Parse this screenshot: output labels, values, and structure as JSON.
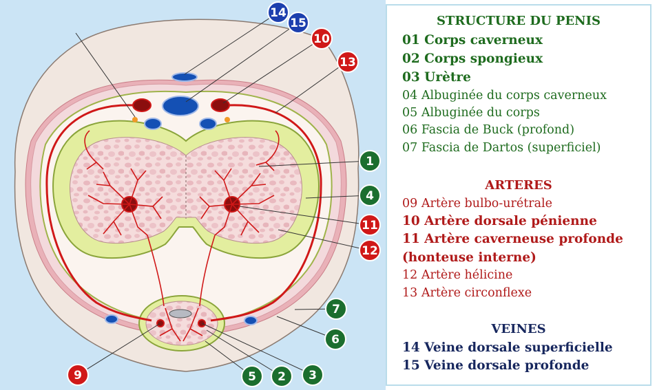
{
  "legend": {
    "structure_title": "STRUCTURE DU PENIS",
    "structure_items": [
      "01 Corps caverneux",
      "02 Corps spongieux",
      "03 Urètre",
      "04 Albuginée du corps caverneux",
      "05 Albuginée du corps",
      "06 Fascia de Buck (profond)",
      "07 Fascia de Dartos (superficiel)"
    ],
    "arteres_title": "ARTERES",
    "arteres_items": [
      "09 Artère bulbo-urétrale",
      "10 Artère dorsale pénienne",
      "11 Artère caverneuse profonde",
      "(honteuse interne)",
      "12 Artère hélicine",
      "13 Artère circonflexe"
    ],
    "veines_title": "VEINES",
    "veines_items": [
      "14 Veine dorsale superficielle",
      "15 Veine dorsale profonde"
    ]
  },
  "callouts": {
    "c1": "1",
    "c2": "2",
    "c3": "3",
    "c4": "4",
    "c5": "5",
    "c6": "6",
    "c7": "7",
    "c9": "9",
    "c10": "10",
    "c11": "11",
    "c12": "12",
    "c13": "13",
    "c14": "14",
    "c15": "15"
  },
  "colors": {
    "background": "#cbe4f5",
    "skin": "#f1e7e0",
    "dartos": "#e9b1b8",
    "albuginea": "#e3ee9f",
    "tissue": "#f3d6d6",
    "artery": "#d01818",
    "vein": "#1450b4",
    "badge_green": "#1b6e2e",
    "badge_red": "#d01818",
    "badge_blue": "#1c3fae"
  }
}
